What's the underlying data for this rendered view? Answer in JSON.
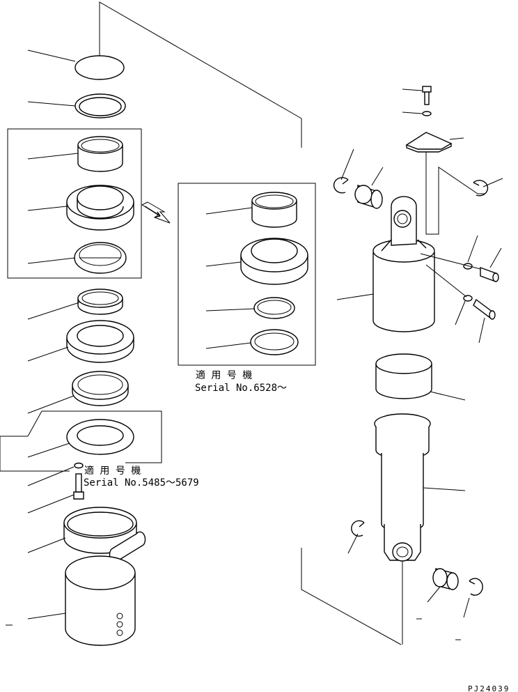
{
  "notes": {
    "new_serial_label": "適 用 号 機",
    "new_serial_range": "Serial No.6528～",
    "old_serial_label": "適 用 号 機",
    "old_serial_range": "Serial No.5485～5679"
  },
  "drawing_code": "PJ24039"
}
